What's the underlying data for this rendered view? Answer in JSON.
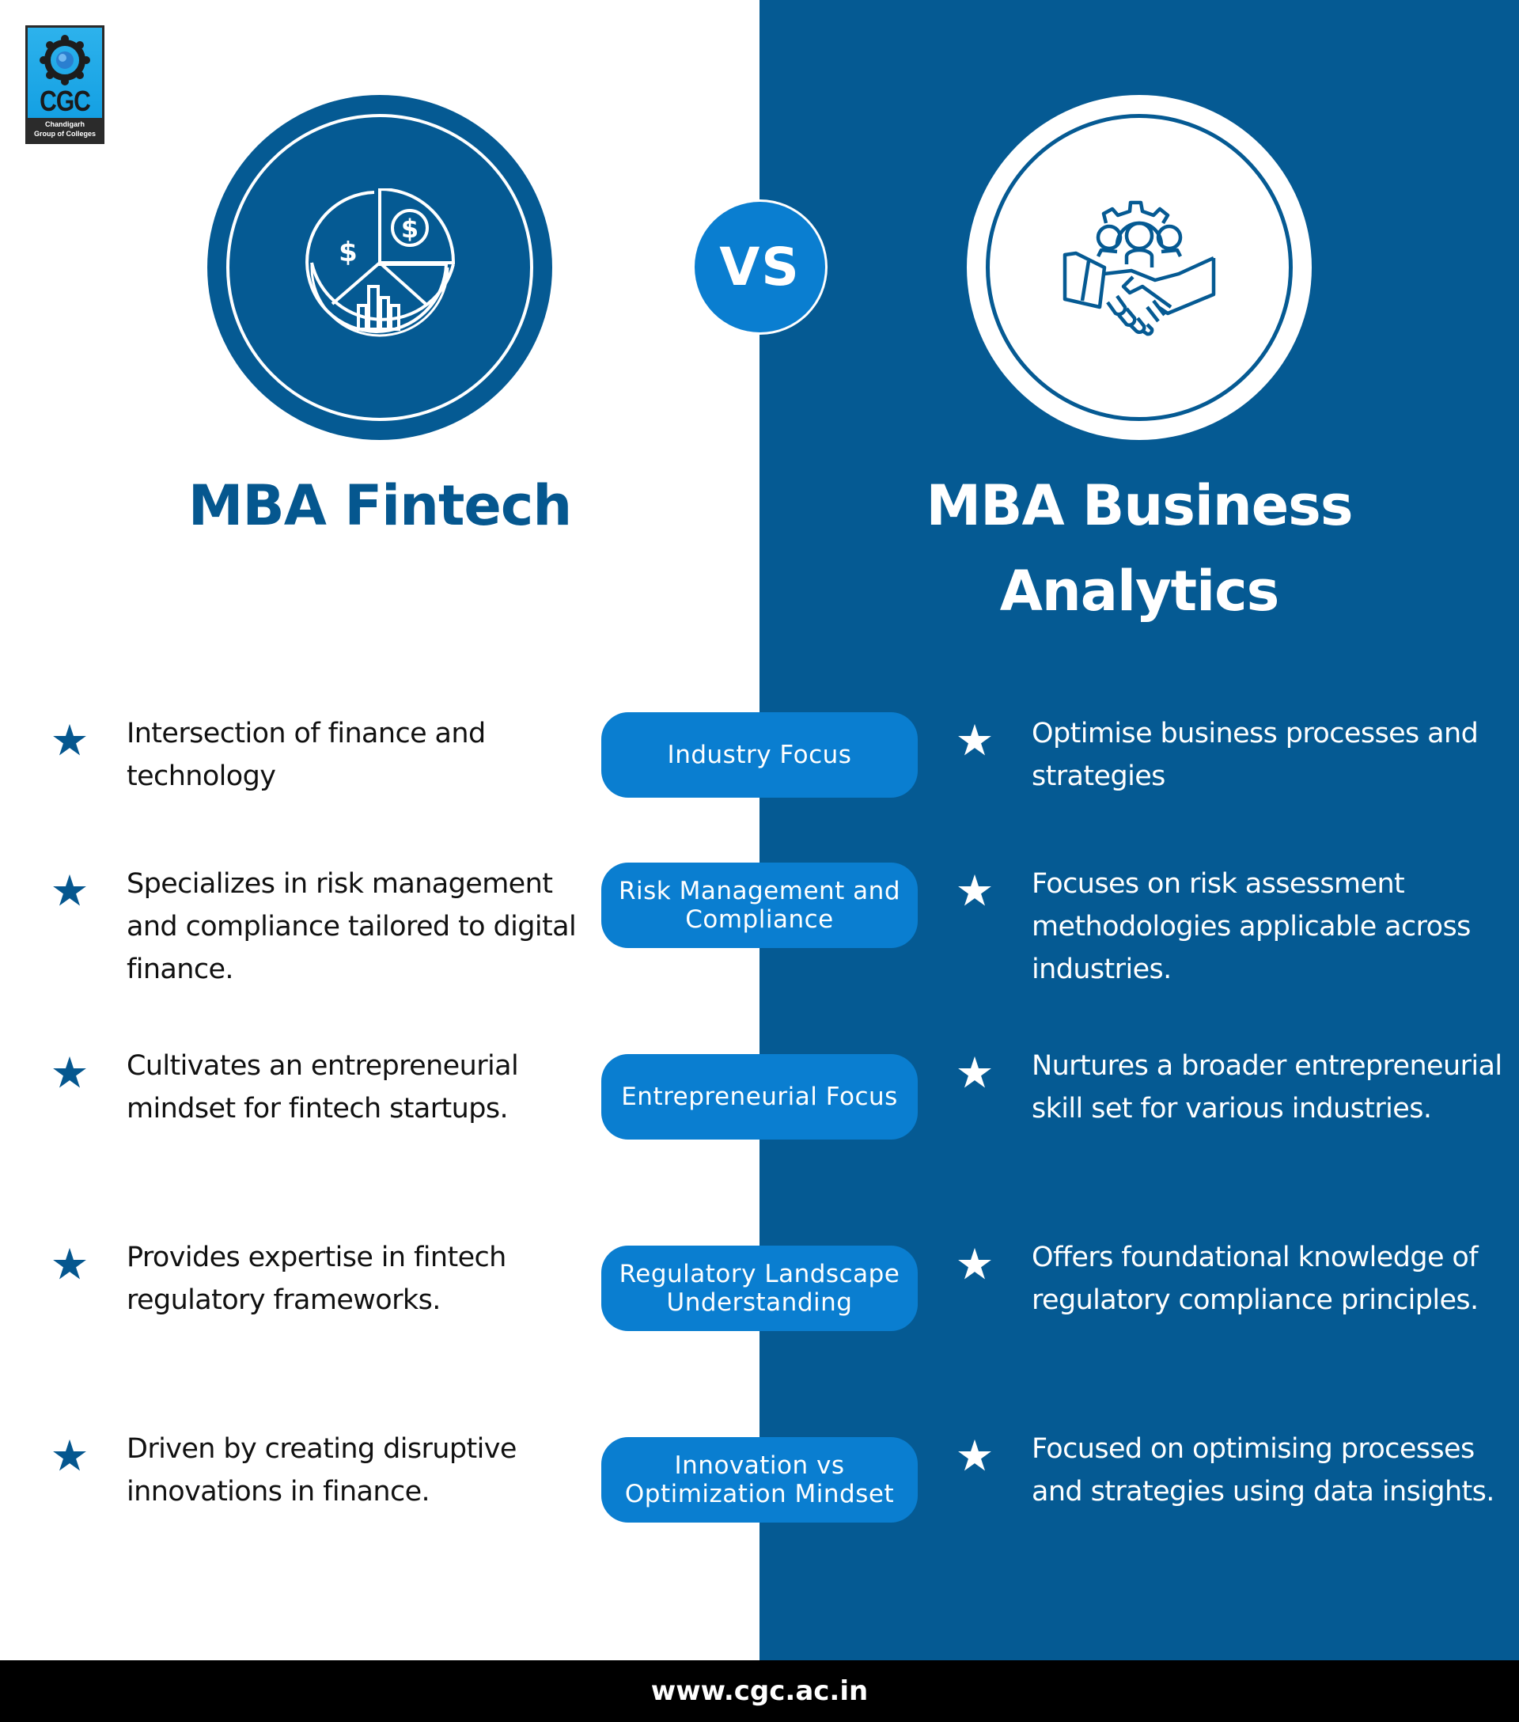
{
  "logo": {
    "name": "CGC",
    "subtitle_line1": "Chandigarh",
    "subtitle_line2": "Group of Colleges"
  },
  "colors": {
    "dark_blue": "#055A93",
    "pill_blue": "#0A7ED0",
    "white": "#FFFFFF",
    "footer_black": "#000000"
  },
  "vs_label": "VS",
  "left": {
    "title": "MBA Fintech",
    "icon": "pie-chart-dollar-icon"
  },
  "right": {
    "title_line1": "MBA Business",
    "title_line2": "Analytics",
    "icon": "handshake-team-gear-icon"
  },
  "rows": [
    {
      "category": "Industry Focus",
      "left": "Intersection of finance and technology",
      "right": "Optimise business processes and strategies"
    },
    {
      "category": "Risk Management and Compliance",
      "left": "Specializes in risk management and compliance tailored to digital finance.",
      "right": "Focuses on risk assessment methodologies applicable across industries."
    },
    {
      "category": "Entrepreneurial Focus",
      "left": "Cultivates an entrepreneurial mindset for fintech startups.",
      "right": "Nurtures a broader entrepreneurial skill set for various industries."
    },
    {
      "category": "Regulatory Landscape Understanding",
      "left": "Provides expertise in fintech regulatory frameworks.",
      "right": "Offers foundational knowledge of regulatory compliance principles."
    },
    {
      "category": "Innovation vs Optimization Mindset",
      "left": "Driven by creating disruptive innovations in finance.",
      "right": "Focused on optimising processes and strategies using data insights."
    }
  ],
  "footer": {
    "url": "www.cgc.ac.in"
  }
}
